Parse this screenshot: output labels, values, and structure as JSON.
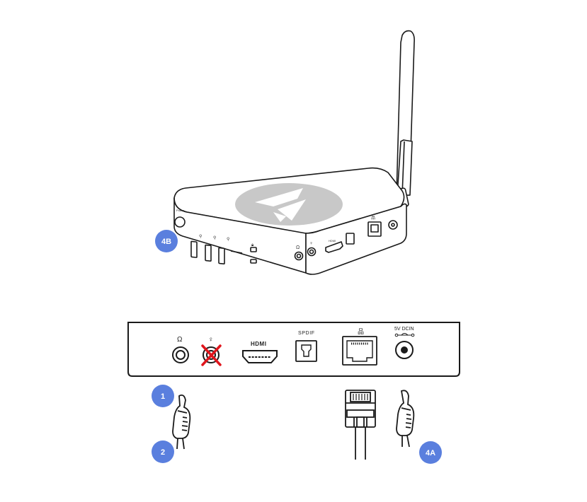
{
  "badges": {
    "b1": "1",
    "b2": "2",
    "b4a": "4A",
    "b4b": "4B"
  },
  "rear_panel": {
    "spdif_label": "SPDIF",
    "dcin_label": "5V DCIN",
    "hdmi_text": "HDMI"
  },
  "device": {
    "power_label": "Power"
  },
  "colors": {
    "badge": "#5a7fde",
    "logo_disc": "#c8c8c8",
    "cross": "#e0161d",
    "stroke": "#1a1a1a"
  },
  "icons": {
    "headphone": "headphone-icon",
    "microphone": "microphone-icon",
    "ethernet": "ethernet-icon",
    "dc_polarity": "dc-polarity-icon",
    "usb": "usb-icon",
    "lock": "lock-icon"
  }
}
